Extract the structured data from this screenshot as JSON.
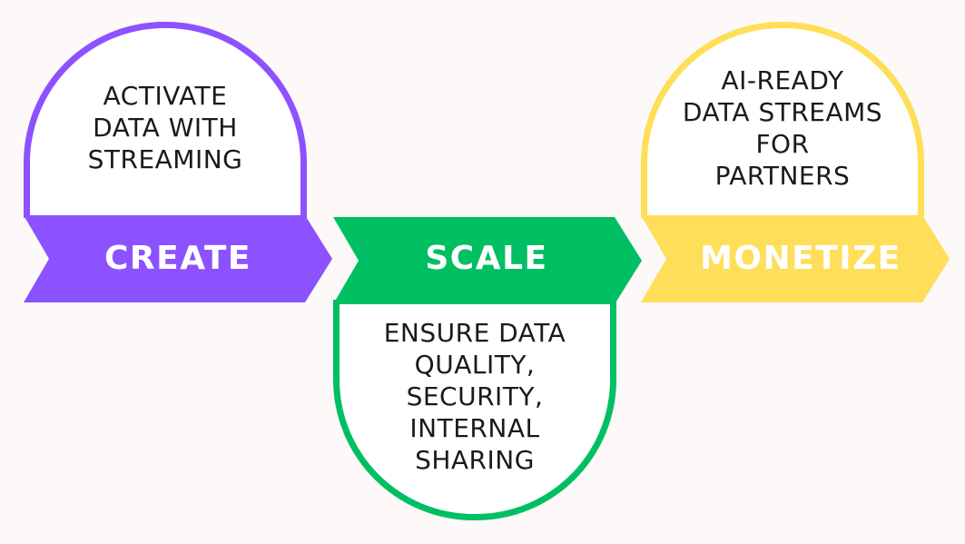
{
  "colors": {
    "create": "#8c52ff",
    "scale": "#00bf63",
    "monetize": "#ffde59",
    "background": "#fcf9f8"
  },
  "stages": [
    {
      "label": "CREATE",
      "description": "ACTIVATE\nDATA WITH\nSTREAMING",
      "position": "top"
    },
    {
      "label": "SCALE",
      "description": "ENSURE DATA\nQUALITY,\nSECURITY,\nINTERNAL\nSHARING",
      "position": "bottom"
    },
    {
      "label": "MONETIZE",
      "description": "AI-READY\nDATA STREAMS\nFOR\nPARTNERS",
      "position": "top"
    }
  ]
}
